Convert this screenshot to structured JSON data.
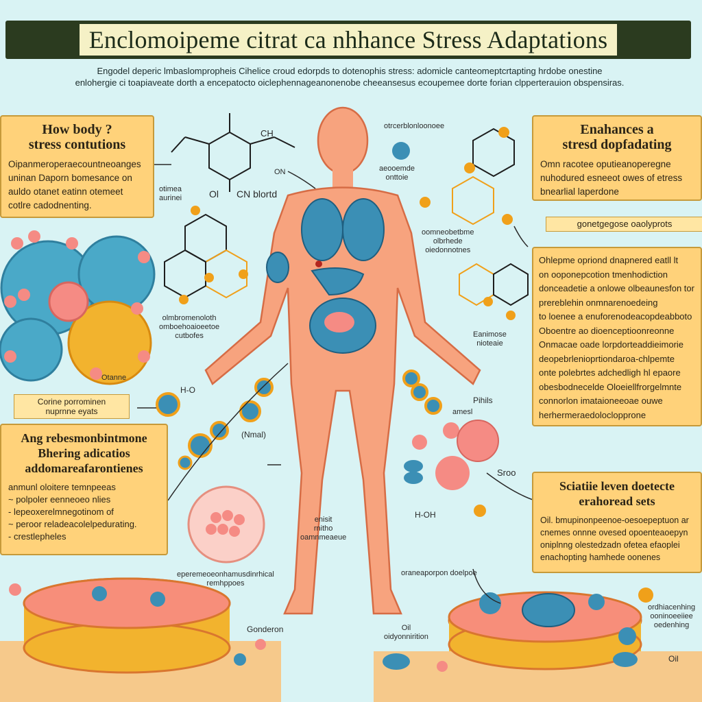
{
  "header": {
    "title": "Enclomoipeme citrat ca nhhance Stress Adaptations",
    "subtitle_lines": [
      "Engodel deperic lmbaslompropheis Cihelice croud edorpds to dotenophis stress: adomicle canteomeptcrtapting hrdobe onestine",
      "enlohergie ci toapiaveate dorth a encepatocto oiclephennageanonenobe cheeansesus ecoupemee dorte forian clpperterauion obspensiras."
    ]
  },
  "panels": {
    "top_left": {
      "title_lines": [
        "How body ?",
        "stress contutions"
      ],
      "body_lines": [
        "Oipanmeroperaecountneoanges",
        "uninan Daporn bomesance on",
        "auldo otanet eatinn otemeet",
        "cotlre cadodnenting."
      ]
    },
    "top_right": {
      "title_lines": [
        "Enahances a",
        "stresd dopfadating"
      ],
      "body_lines": [
        "Omn racotee oputieanoperegne",
        "nuhodured esneeot owes of etress",
        "bnearlial laperdone"
      ]
    },
    "mid_right_header": {
      "text": "gonetgegose oaolyprots"
    },
    "mid_right": {
      "body_lines": [
        "Ohlepme opriond dnapnered eatll lt",
        "on ooponepcotion tmenhodiction",
        "donceadetie a onlowe olbeaunesfon tor",
        "prereblehin onmnarenoedeing",
        "to loenee a enuforenodeacopdeabboto",
        "Oboentre ao dioenceptioonreonne",
        "Onmacae oade lorpdorteaddieimorie",
        "deopebrlenioprtiondaroa-chlpemte",
        "onte polebrtes adchedligh hl epaore",
        "obesbodnecelde Oloeiellfrorgelmnte",
        "connorlon imataioneeoae ouwe",
        "herhermeraedoloclopprone"
      ]
    },
    "mid_left_label": {
      "lines": [
        "Corine porrominen",
        "nuprnne eyats"
      ]
    },
    "bottom_left": {
      "title_lines": [
        "Ang rebesmonbintmone",
        "Bhering adicatios",
        "addomareafarontienes"
      ],
      "body_lines": [
        "anmunl oloitere temnpeeas",
        "~ polpoler eenneoeo nlies",
        "- lepeoxerelmnegotinom of",
        "~ peroor reladeacolelpedurating.",
        "- crestlepheles"
      ]
    },
    "bottom_right": {
      "title_lines": [
        "Sciatiie leven doetecte",
        "erahoread sets"
      ],
      "body_lines": [
        "Oil. bmupinonpeenoe-oesoepeptuon ar",
        "cnemes onnne ovesed opoenteaoepyn",
        "oniplnng olestedzadn ofetea efaoplei",
        "enachopting hamhede oonenes"
      ]
    }
  },
  "annotations": {
    "mol1_left": "Ol",
    "mol1_right": "CN blortd",
    "mol1_top": "CH",
    "mol1_stub": "ON",
    "mol1_side": [
      "otimea",
      "aurinei"
    ],
    "mol2_under": [
      "olmbromenoloth",
      "omboehoaioeetoe",
      "cutbofes"
    ],
    "cells_label": "Otanne",
    "top_mid_label": "otrcerblonloonoee",
    "top_mid_sub": [
      "aeooemde",
      "onttoie"
    ],
    "right_mol_under": [
      "oomneobetbme",
      "olbrhede",
      "oiedonnotnes"
    ],
    "right_mid": [
      "Eanimose",
      "nioteaie"
    ],
    "ho_label": "H-O",
    "noimal": "(Nmal)",
    "phils": "Pihils",
    "amesl": "amesl",
    "stroo": "Sroo",
    "hoh": "H-OH",
    "cells_bottom_label": [
      "eperemeoeonhamusdinrhical",
      "remhppoes"
    ],
    "center_label": [
      "enisit",
      "rnitho",
      "oamnmeaeue"
    ],
    "right_bottom_mol": "oraneaporpon doelpoe",
    "gonder": "Gonderon",
    "oh_label": [
      "Oil",
      "oidyonnirition"
    ],
    "right_bottom_text": [
      "ordhiacenhing",
      "ooninoeeiiee",
      "oedenhing"
    ],
    "bottom_right_corner": "Oil"
  },
  "colors": {
    "background": "#d9f3f4",
    "panel_fill": "#ffd27a",
    "panel_border": "#c69a3a",
    "body_skin": "#f7a37e",
    "organ_blue": "#3b8fb5",
    "accent_orange": "#f0a01a",
    "cell_pink": "#f58b84"
  }
}
